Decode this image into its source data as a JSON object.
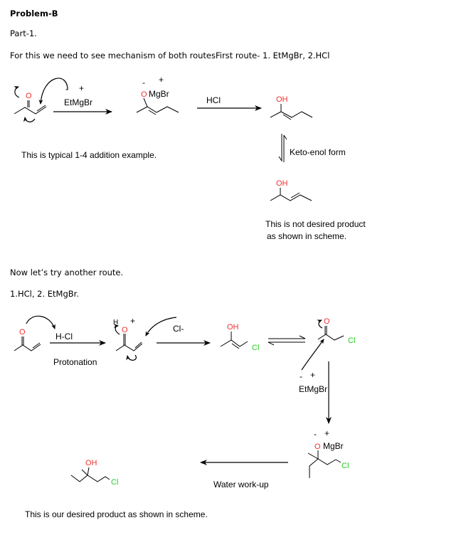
{
  "heading": "Problem-B",
  "part": "Part-1.",
  "intro": "For this we need to see mechanism of both routesFirst route- 1. EtMgBr, 2.HCl",
  "route1": {
    "reagent1": "EtMgBr",
    "minus": "-",
    "plus": "+",
    "intermediate_o": "O",
    "intermediate_mgbr": "MgBr",
    "reagent2": "HCl",
    "enol_oh": "OH",
    "equilibrium_label": "Keto-enol form",
    "product_oh": "OH",
    "note": "This is typical 1-4 addition example.",
    "result_line1": "This is not desired product",
    "result_line2": "as shown in scheme.",
    "start_o": "O"
  },
  "transition": "Now let’s try another route.",
  "route2_title": "1.HCl, 2. EtMgBr.",
  "route2": {
    "start_o": "O",
    "reagent_hcl": "H-Cl",
    "step_label": "Protonation",
    "prot_h": "H",
    "prot_o": "O",
    "plus": "+",
    "minus": "-",
    "chloride": "Cl-",
    "enol_oh": "OH",
    "cl": "Cl",
    "ketone_o": "O",
    "grignard": "EtMgBr",
    "alkoxide_o": "O",
    "alkoxide_mgbr": "MgBr",
    "workup": "Water work-up",
    "product_oh": "OH",
    "conclusion": "This is our desired product as shown in scheme."
  },
  "colors": {
    "oxygen": "#f03030",
    "chlorine": "#20d020"
  }
}
